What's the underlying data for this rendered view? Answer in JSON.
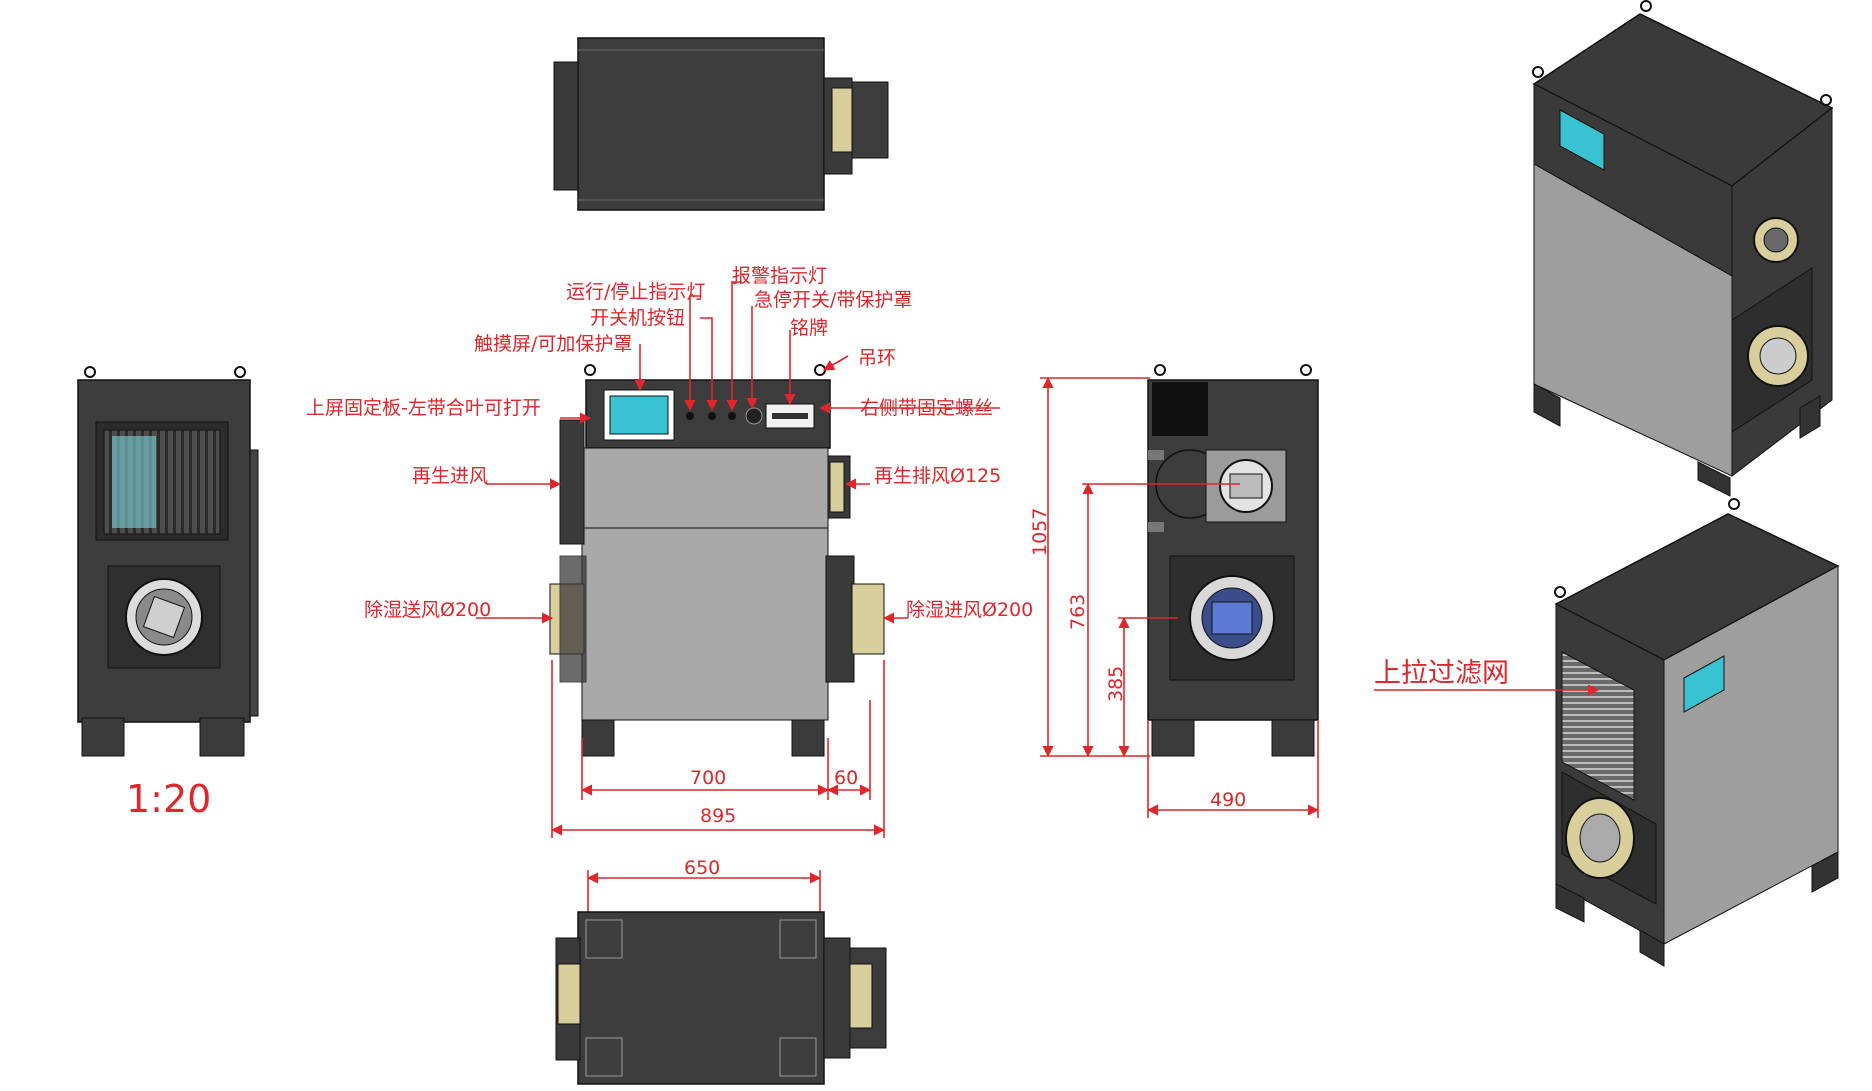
{
  "scale": "1:20",
  "callouts": {
    "run_stop_light": "运行/停止指示灯",
    "alarm_light": "报警指示灯",
    "power_button": "开关机按钮",
    "estop_switch": "急停开关/带保护罩",
    "touchscreen": "触摸屏/可加保护罩",
    "nameplate": "铭牌",
    "lifting_ring": "吊环",
    "top_panel": "上屏固定板-左带合叶可打开",
    "right_screws": "右侧带固定螺丝",
    "regen_inlet": "再生进风",
    "regen_exhaust": "再生排风Ø125",
    "dehum_supply": "除湿送风Ø200",
    "dehum_inlet": "除湿进风Ø200",
    "filter_pullup": "上拉过滤网"
  },
  "dimensions": {
    "width_700": "700",
    "offset_60": "60",
    "overall_895": "895",
    "bottom_650": "650",
    "height_1057": "1057",
    "height_763": "763",
    "height_385": "385",
    "depth_490": "490"
  },
  "colors": {
    "annotation": "#e0262a",
    "body_dark": "#3e3e3e",
    "panel_grey": "#a9a9a9",
    "brass": "#d8cf9c",
    "screen": "#39c3d2"
  }
}
